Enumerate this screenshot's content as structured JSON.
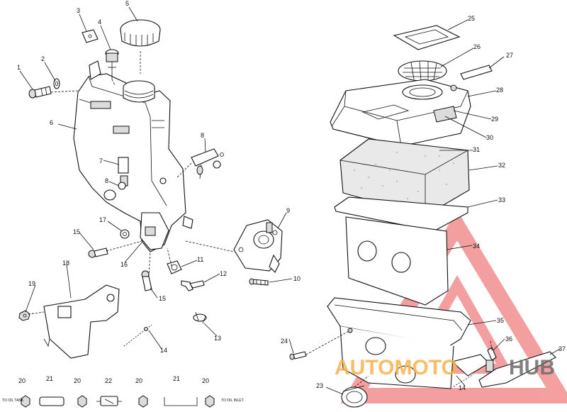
{
  "diagram": {
    "callouts": [
      "1",
      "2",
      "3",
      "4",
      "5",
      "6",
      "7",
      "8",
      "8",
      "9",
      "10",
      "11",
      "12",
      "13",
      "14",
      "14",
      "15",
      "15",
      "16",
      "17",
      "18",
      "19",
      "20",
      "20",
      "20",
      "20",
      "21",
      "21",
      "22",
      "23",
      "24",
      "25",
      "26",
      "27",
      "28",
      "29",
      "30",
      "31",
      "32",
      "33",
      "34",
      "35",
      "36",
      "37"
    ],
    "hose_labels": {
      "to_oil_tank": "TO OIL TANK",
      "to_oil_inlet": "TO OIL INLET"
    }
  },
  "watermark": {
    "brand_left": "AUTOMOTO",
    "brand_right": "HUB",
    "colors": {
      "left": "#f7b24a",
      "right": "#6b6b6b",
      "triangle": "#f08080"
    }
  }
}
